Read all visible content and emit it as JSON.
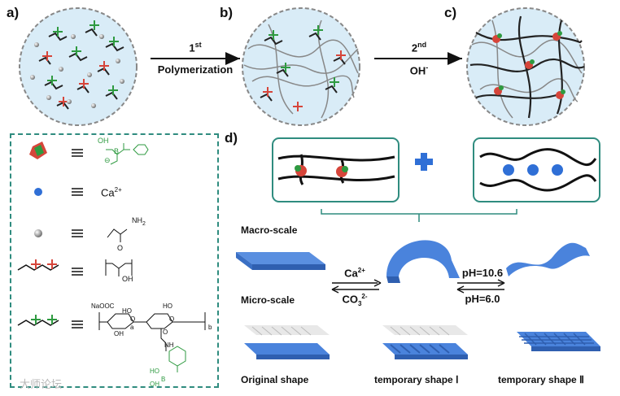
{
  "panels": {
    "a": "a)",
    "b": "b)",
    "c": "c)",
    "d": "d)"
  },
  "arrow1": {
    "step": "1",
    "step_sup": "st",
    "label": "Polymerization"
  },
  "arrow2": {
    "step": "2",
    "step_sup": "nd",
    "label": "OH",
    "label_sup": "-"
  },
  "legend": {
    "calcium": "Ca",
    "calcium_sup": "2+",
    "boronate_oh": "OH",
    "amide_nh2": "NH",
    "amide_nh2_sub": "2",
    "amide_o": "O",
    "pva_oh": "OH",
    "alg_naooc": "NaOOC",
    "alg_ho1": "HO",
    "alg_ho2": "HO",
    "alg_o1": "O",
    "alg_o2": "O",
    "alg_oh": "OH",
    "alg_a": "a",
    "alg_b": "b",
    "alg_nh": "NH",
    "alg_o_carbonyl": "O",
    "alg_boh1": "HO",
    "alg_boh2": "OH",
    "alg_b_atom": "B",
    "boronate_b": "B",
    "boronate_minus": "⊖"
  },
  "macro_scale": "Macro-scale",
  "micro_scale": "Micro-scale",
  "ca_arrow": {
    "top": "Ca",
    "top_sup": "2+",
    "bottom": "CO",
    "bottom_sub": "3",
    "bottom_sup": "2-"
  },
  "ph_arrow": {
    "top": "pH=10.6",
    "bottom": "pH=6.0"
  },
  "shapes": {
    "original": "Original shape",
    "temp1": "temporary shape Ⅰ",
    "temp2": "temporary shape Ⅱ"
  },
  "watermark": "大师论坛",
  "colors": {
    "green": "#2e9a40",
    "red": "#d6453a",
    "blue": "#2f6fd6",
    "teal": "#2f8c7f",
    "circle_fill": "#d9ecf7"
  }
}
